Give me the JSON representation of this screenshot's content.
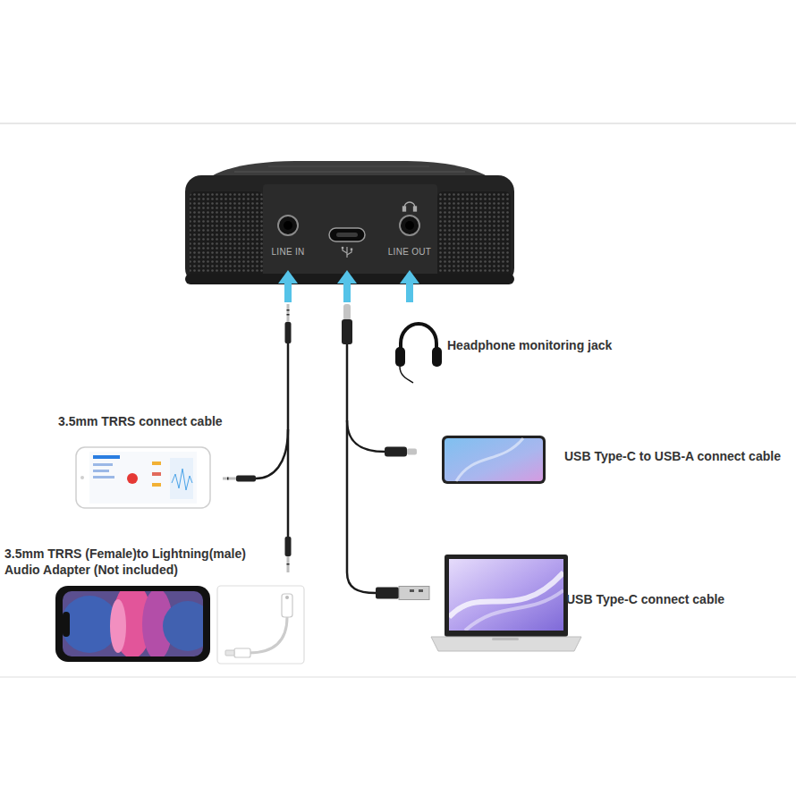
{
  "diagram": {
    "nodes": [
      {
        "text": [
          "LINE IN",
          "LINE OUT"
        ]
      }
    ],
    "labels": [
      "Headphone monitoring jack",
      "3.5mm TRRS connect cable",
      "3.5mm TRRS (Female)to Lightning(male) Audio Adapter (Not included)",
      "USB Type-C to USB-A connect cable",
      "USB Type-C connect cable"
    ]
  }
}
